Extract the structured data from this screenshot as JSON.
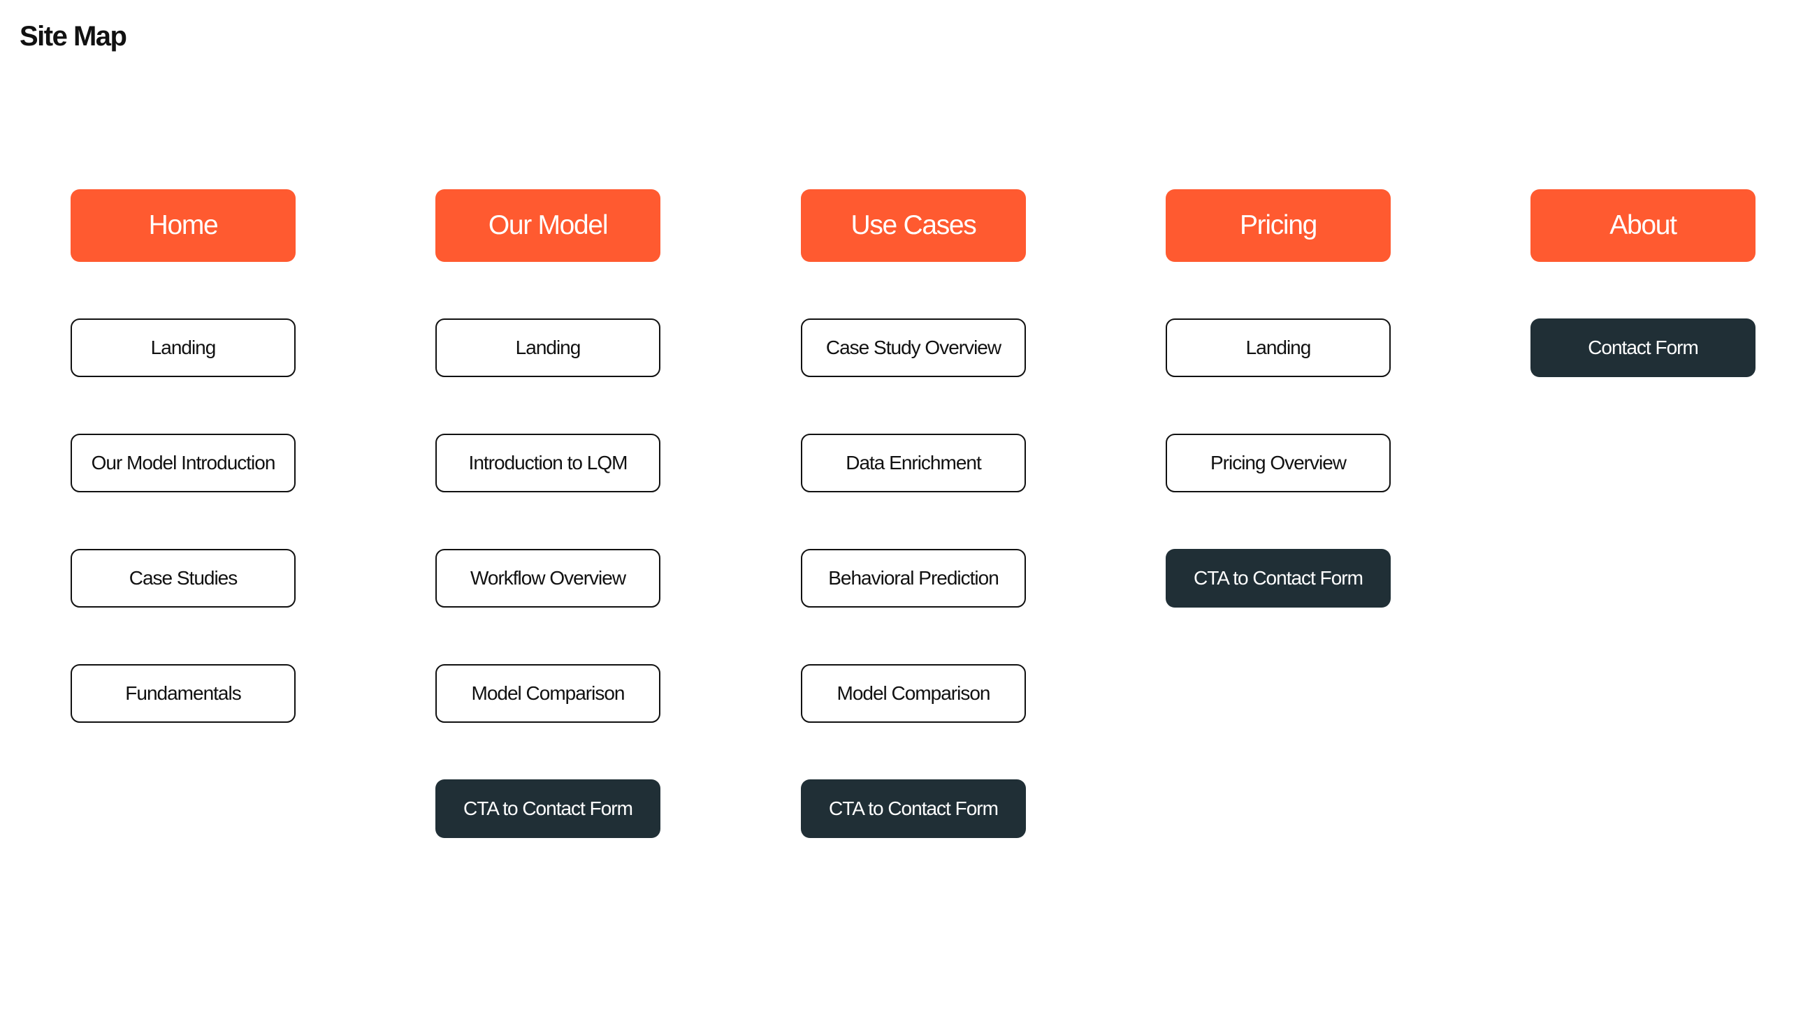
{
  "title": "Site Map",
  "colors": {
    "section_header_bg": "#ff5a30",
    "cta_bg": "#202f36",
    "outline_border": "#111111"
  },
  "sections": [
    {
      "label": "Home",
      "pages": [
        {
          "label": "Landing",
          "style": "outline"
        },
        {
          "label": "Our Model Introduction",
          "style": "outline"
        },
        {
          "label": "Case Studies",
          "style": "outline"
        },
        {
          "label": "Fundamentals",
          "style": "outline"
        }
      ]
    },
    {
      "label": "Our Model",
      "pages": [
        {
          "label": "Landing",
          "style": "outline"
        },
        {
          "label": "Introduction to LQM",
          "style": "outline"
        },
        {
          "label": "Workflow Overview",
          "style": "outline"
        },
        {
          "label": "Model Comparison",
          "style": "outline"
        },
        {
          "label": "CTA to Contact Form",
          "style": "cta"
        }
      ]
    },
    {
      "label": "Use Cases",
      "pages": [
        {
          "label": "Case Study Overview",
          "style": "outline"
        },
        {
          "label": "Data Enrichment",
          "style": "outline"
        },
        {
          "label": "Behavioral Prediction",
          "style": "outline"
        },
        {
          "label": "Model Comparison",
          "style": "outline"
        },
        {
          "label": "CTA to Contact Form",
          "style": "cta"
        }
      ]
    },
    {
      "label": "Pricing",
      "pages": [
        {
          "label": "Landing",
          "style": "outline"
        },
        {
          "label": "Pricing Overview",
          "style": "outline"
        },
        {
          "label": "CTA to Contact Form",
          "style": "cta"
        }
      ]
    },
    {
      "label": "About",
      "pages": [
        {
          "label": "Contact Form",
          "style": "cta"
        }
      ]
    }
  ]
}
